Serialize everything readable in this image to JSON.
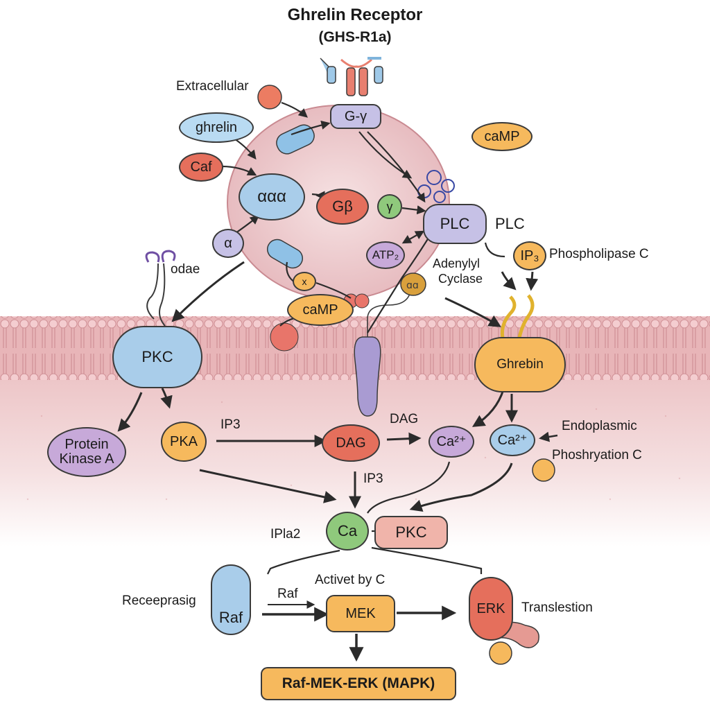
{
  "title": {
    "line1": "Ghrelin Receptor",
    "line2": "(GHS-R1a)"
  },
  "labels": {
    "extracellular": "Extracellular",
    "odae": "odae",
    "plc_right": "PLC",
    "phospholipase_c": "Phospholipase C",
    "adenylyl_cyclase_1": "Adenylyl",
    "adenylyl_cyclase_2": "Cyclase",
    "ip3_arrow": "IP3",
    "dag_top": "DAG",
    "endoplasmic": "Endoplasmic",
    "phosphorylation_c": "Phoshryation C",
    "ip3_down": "IP3",
    "ipla2": "IPla2",
    "activet_by_c": "Activet by C",
    "raf_arrow": "Raf",
    "receeprasig": "Receeprasig",
    "translestion": "Translestion"
  },
  "nodes": {
    "g_gamma": "G-γ",
    "ghrelin": "ghrelin",
    "caf": "Caf",
    "alpha_alpha_alpha": "ααα",
    "alpha": "α",
    "g_beta": "Gβ",
    "gamma": "γ",
    "camp_top": "caMP",
    "plc": "PLC",
    "atp2": "ATP₂",
    "ip3": "IP₃",
    "camp_mid": "caMP",
    "small_x": "x",
    "pkc_membrane": "PKC",
    "ghrebin": "Ghrebin",
    "protein_kinase_a_1": "Protein",
    "protein_kinase_a_2": "Kinase A",
    "pka": "PKA",
    "dag": "DAG",
    "ca2_left": "Ca²⁺",
    "ca2_right": "Ca²⁺",
    "ca": "Ca",
    "pkc_bottom": "PKC",
    "raf": "Raf",
    "mek": "MEK",
    "erk": "ERK",
    "mapk": "Raf-MEK-ERK (MAPK)"
  },
  "colors": {
    "blue": "#a9cdea",
    "orange": "#f6b95d",
    "red": "#e56f5c",
    "green": "#8fc97c",
    "purple": "#c7a9d9",
    "lavender": "#c6c1e6",
    "membrane": "#e8b5b8",
    "cell_body": "#efcfd2"
  }
}
